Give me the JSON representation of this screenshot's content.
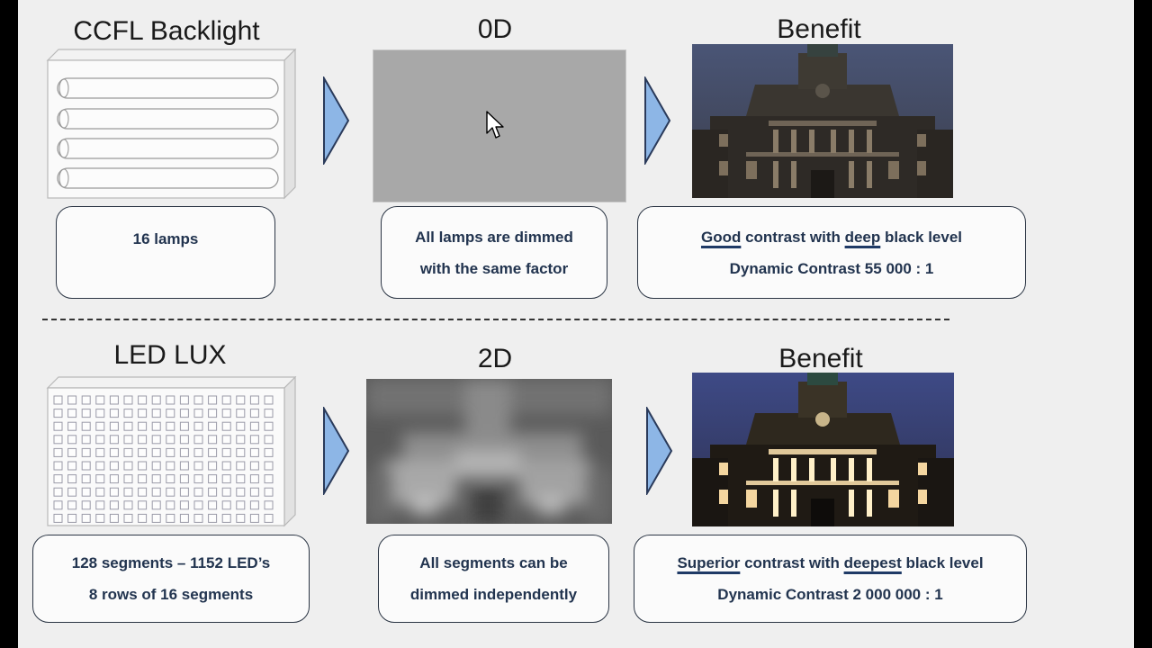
{
  "top_row": {
    "source_title": "CCFL Backlight",
    "mode_title": "0D",
    "benefit_title": "Benefit",
    "source_box": {
      "line1": "16 lamps"
    },
    "mode_box": {
      "line1": "All lamps are dimmed",
      "line2": "with the same factor"
    },
    "benefit_box": {
      "w1": "Good",
      "t1": " contrast with ",
      "w2": "deep",
      "t2": " black level",
      "line2": "Dynamic Contrast 55 000 : 1"
    }
  },
  "bottom_row": {
    "source_title": "LED LUX",
    "mode_title": "2D",
    "benefit_title": "Benefit",
    "source_box": {
      "line1": "128 segments – 1152 LED’s",
      "line2": "8 rows of 16 segments"
    },
    "mode_box": {
      "line1": "All segments can be",
      "line2": "dimmed independently"
    },
    "benefit_box": {
      "w1": "Superior",
      "t1": " contrast with ",
      "w2": "deepest",
      "t2": " black level",
      "line2": "Dynamic Contrast 2 000 000 : 1"
    }
  },
  "colors": {
    "arrow_fill": "#8db6e6",
    "arrow_stroke": "#2a3a5a",
    "box_text": "#22344f",
    "slide_bg": "#efefef"
  },
  "icons": [
    "ccfl-lamp-panel",
    "led-grid-panel",
    "right-arrow",
    "mouse-cursor"
  ]
}
